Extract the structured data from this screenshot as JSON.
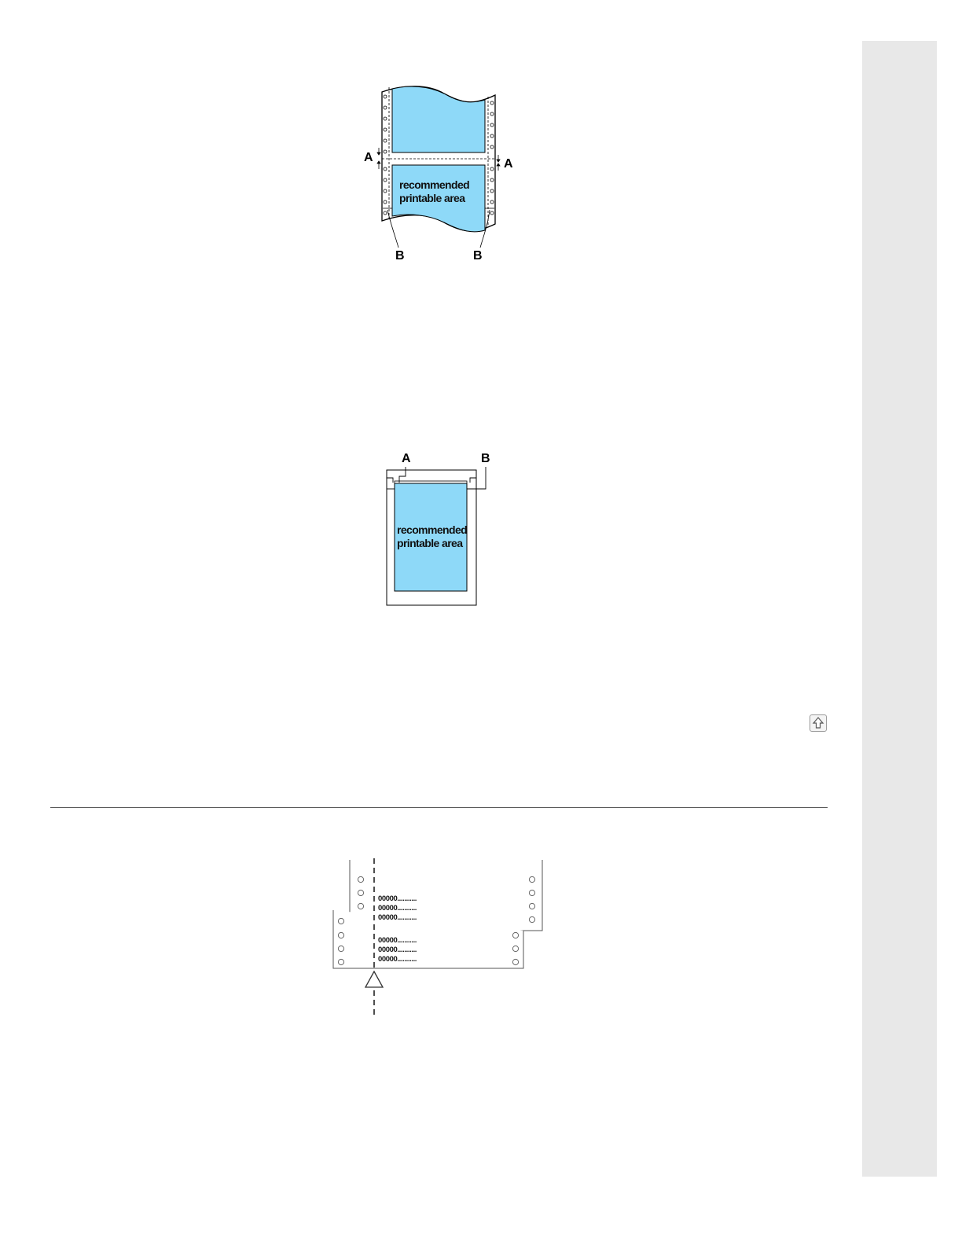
{
  "figure_continuous": {
    "label_a_left": "A",
    "label_a_right": "A",
    "label_b_left": "B",
    "label_b_right": "B",
    "area_line1": "recommended",
    "area_line2": "printable area"
  },
  "figure_single_sheet": {
    "label_a": "A",
    "label_b": "B",
    "area_line1": "recommended",
    "area_line2": "printable area"
  },
  "figure_overlap": {
    "row_text": "00000..........."
  },
  "navigation": {
    "top_icon": "arrow-up-icon"
  },
  "colors": {
    "printable_area": "#8ed9f8",
    "sidebar": "#e8e8e8"
  }
}
